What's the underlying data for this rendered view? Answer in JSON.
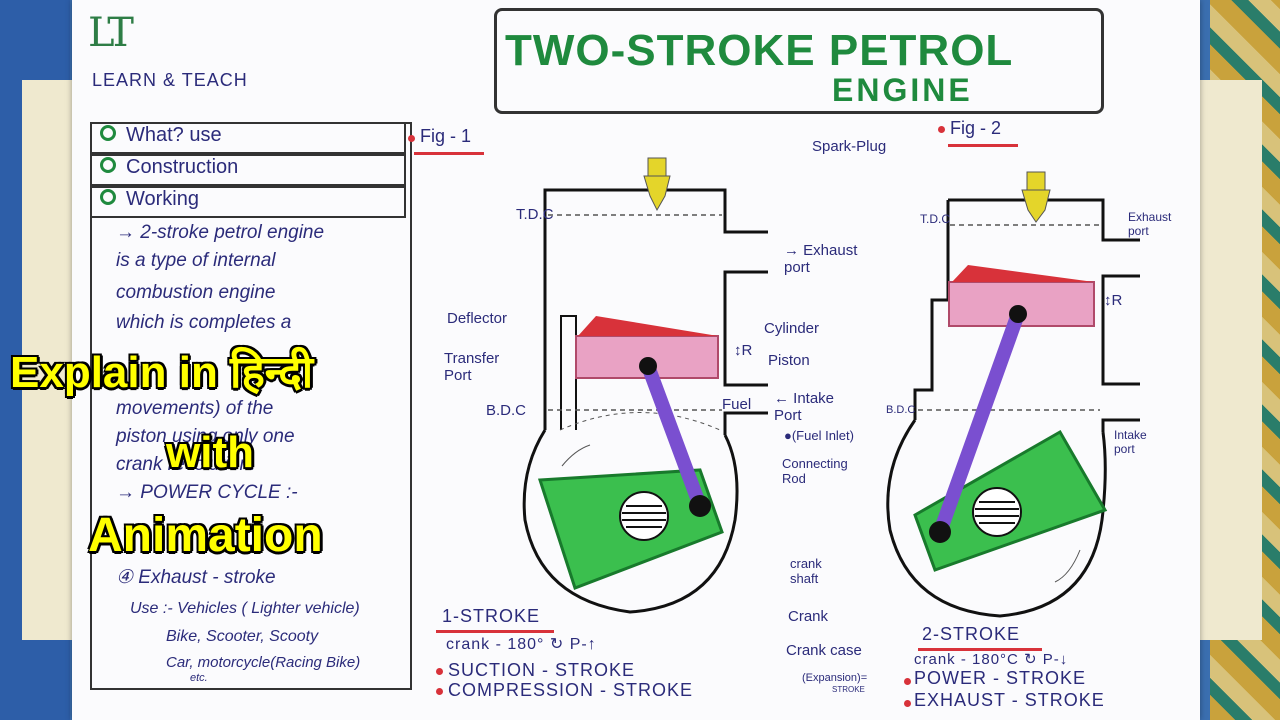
{
  "logo": {
    "mark": "LT",
    "subtitle": "LEARN & TEACH"
  },
  "title": {
    "line1": "TWO-STROKE PETROL",
    "line2": "ENGINE"
  },
  "menu": [
    "What? use",
    "Construction",
    "Working"
  ],
  "description": [
    "→ 2-stroke petrol engine",
    "is a type of internal",
    "combustion engine",
    "which is completes a",
    "movements) of the",
    "piston using only one",
    "crank revolution.",
    "→ POWER CYCLE :-",
    "④ Exhaust - stroke"
  ],
  "uses": {
    "line1": "Use :- Vehicles ( Lighter vehicle)",
    "line2": "Bike, Scooter, Scooty",
    "line3": "Car, motorcycle(Racing Bike)",
    "line4": "etc."
  },
  "overlay": {
    "line1": "Explain in हिन्दी",
    "line2": "with",
    "line3": "Animation"
  },
  "figure1": {
    "tag": "Fig - 1",
    "tdc": "T.D.C",
    "bdc": "B.D.C",
    "deflector": "Deflector",
    "transfer_port": "Transfer\nPort",
    "exhaust_port": "→ Exhaust\nport",
    "cylinder": "Cylinder",
    "piston": "Piston",
    "fuel": "Fuel",
    "intake_port": "← Intake\nPort",
    "fuel_inlet": "●(Fuel Inlet)",
    "connecting_rod": "Connecting\nRod",
    "crank_shaft": "crank\nshaft",
    "crank": "Crank",
    "crank_case": "Crank case",
    "r_mark": "↕R"
  },
  "figure2": {
    "tag": "Fig - 2",
    "spark_plug": "Spark-Plug",
    "tdc": "T.D.C",
    "bdc": "B.D.C",
    "exhaust_port": "Exhaust\nport",
    "intake_port": "Intake\nport",
    "r_mark": "↕R"
  },
  "stroke1": {
    "heading": "1-STROKE",
    "crank": "crank - 180° ↻ P-↑",
    "suction": "SUCTION - STROKE",
    "compression": "COMPRESSION - STROKE"
  },
  "stroke2": {
    "heading": "2-STROKE",
    "crank": "crank - 180°C ↻ P-↓",
    "expansion": "(Expansion)=",
    "expansion_sub": "STROKE",
    "power": "POWER - STROKE",
    "exhaust": "EXHAUST - STROKE"
  },
  "colors": {
    "accent_green": "#1f8a3e",
    "ink_blue": "#2b2b7a",
    "red": "#d8323a",
    "piston_pink": "#e9a2c4",
    "crank_green": "#3bbf4e",
    "rod_purple": "#7a4fd0",
    "plug_yellow": "#e4d52a"
  }
}
